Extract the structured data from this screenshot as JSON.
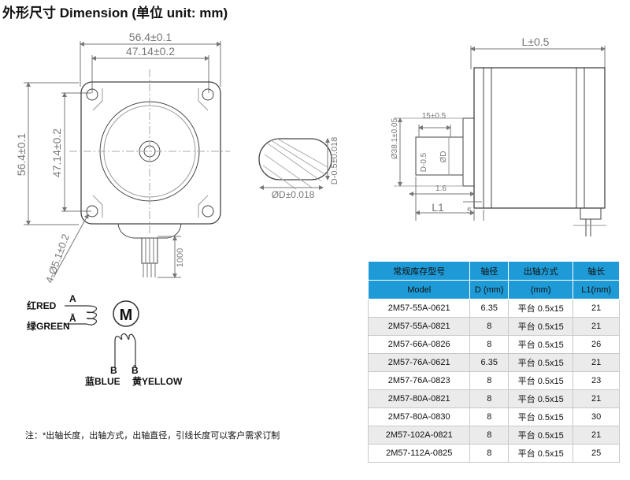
{
  "header": {
    "title": "外形尺寸 Dimension (单位 unit: mm)"
  },
  "front_view": {
    "dim_outer_width": "56.4±0.1",
    "dim_hole_pitch_h": "47.14±0.2",
    "dim_outer_height": "56.4±0.1",
    "dim_hole_pitch_v": "47.14±0.2",
    "dim_holes": "4-Ø5.1±0.2",
    "dim_lead_length": "1000"
  },
  "shaft_section": {
    "dim_flat": "D-0.5±0.018",
    "dim_diameter": "ØD±0.018"
  },
  "side_view": {
    "dim_body_length": "L±0.5",
    "dim_flat_length": "15±0.5",
    "dim_boss": "Ø38.1±0.05",
    "dim_d_flat": "D-0.5",
    "dim_d": "ØD",
    "dim_boss_height": "1.6",
    "dim_shaft_length": "L1",
    "dim_flange": "5"
  },
  "wiring": {
    "motor_label": "M",
    "red": "红RED",
    "green": "绿GREEN",
    "blue": "蓝BLUE",
    "yellow": "黄YELLOW",
    "phase_a": "A",
    "phase_a_bar": "Ā",
    "phase_b": "B",
    "phase_b_bar": "B̄"
  },
  "note": "注：*出轴长度，出轴方式，出轴直径，引线长度可以客户需求订制",
  "table": {
    "headers": [
      [
        "常规库存型号",
        "Model"
      ],
      [
        "轴径",
        "D (mm)"
      ],
      [
        "出轴方式",
        "(mm)"
      ],
      [
        "轴长",
        "L1(mm)"
      ]
    ],
    "rows": [
      [
        "2M57-55A-0621",
        "6.35",
        "平台 0.5x15",
        "21"
      ],
      [
        "2M57-55A-0821",
        "8",
        "平台 0.5x15",
        "21"
      ],
      [
        "2M57-66A-0826",
        "8",
        "平台 0.5x15",
        "26"
      ],
      [
        "2M57-76A-0621",
        "6.35",
        "平台 0.5x15",
        "21"
      ],
      [
        "2M57-76A-0823",
        "8",
        "平台 0.5x15",
        "23"
      ],
      [
        "2M57-80A-0821",
        "8",
        "平台 0.5x15",
        "21"
      ],
      [
        "2M57-80A-0830",
        "8",
        "平台 0.5x15",
        "30"
      ],
      [
        "2M57-102A-0821",
        "8",
        "平台 0.5x15",
        "21"
      ],
      [
        "2M57-112A-0825",
        "8",
        "平台 0.5x15",
        "25"
      ]
    ]
  }
}
